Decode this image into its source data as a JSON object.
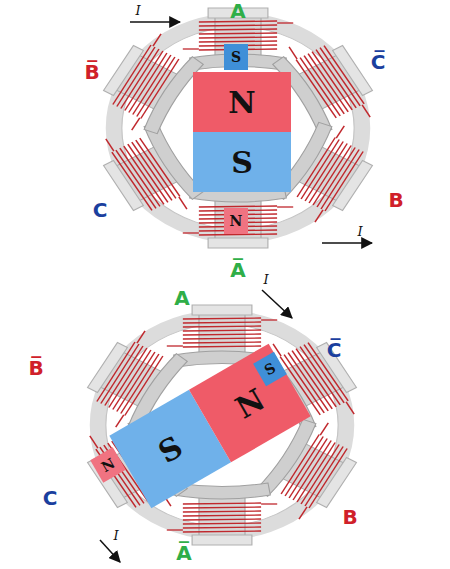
{
  "diagram": {
    "nodes": [
      {
        "text": [
          "S"
        ]
      },
      {
        "text": [
          "N"
        ]
      },
      {
        "text": [
          "S"
        ]
      },
      {
        "text": [
          "N"
        ]
      },
      {
        "text": [
          "S"
        ]
      },
      {
        "text": [
          "N"
        ]
      },
      {
        "text": [
          "S"
        ]
      },
      {
        "text": [
          "N"
        ]
      }
    ],
    "labels": [
      "A",
      "I",
      "B̅",
      "C̅",
      "C",
      "B",
      "A̅",
      "I",
      "A",
      "I",
      "B̅",
      "C̅",
      "C",
      "B",
      "A̅",
      "I"
    ]
  }
}
